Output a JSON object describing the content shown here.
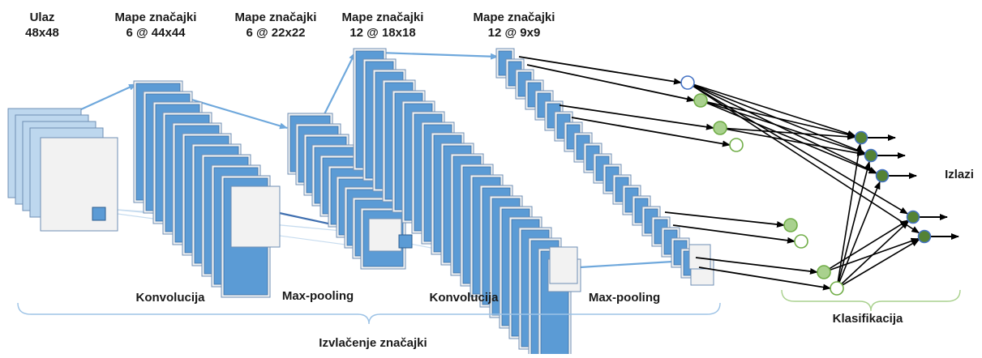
{
  "header_labels": [
    {
      "title": "Ulaz",
      "size": "48x48"
    },
    {
      "title": "Mape značajki",
      "size": "6 @ 44x44"
    },
    {
      "title": "Mape značajki",
      "size": "6 @ 22x22"
    },
    {
      "title": "Mape značajki",
      "size": "12 @ 18x18"
    },
    {
      "title": "Mape značajki",
      "size": "12 @ 9x9"
    }
  ],
  "stage_labels": {
    "conv1": "Konvolucija",
    "pool1": "Max-pooling",
    "conv2": "Konvolucija",
    "pool2": "Max-pooling"
  },
  "group_labels": {
    "feature_extraction": "Izvlačenje značajki",
    "classification": "Klasifikacija",
    "outputs": "Izlazi"
  },
  "colors": {
    "map_blue": "#5b9bd5",
    "map_light": "#f2f2f2",
    "input_blue": "#bdd7ee",
    "connector_blue": "#6fa8dc",
    "node_light_green": "#a9d18e",
    "node_dark_green": "#548235",
    "node_border_green": "#70ad47",
    "brace_blue": "#9dc3e6",
    "brace_green": "#a9d18e",
    "arrow": "#000000"
  }
}
